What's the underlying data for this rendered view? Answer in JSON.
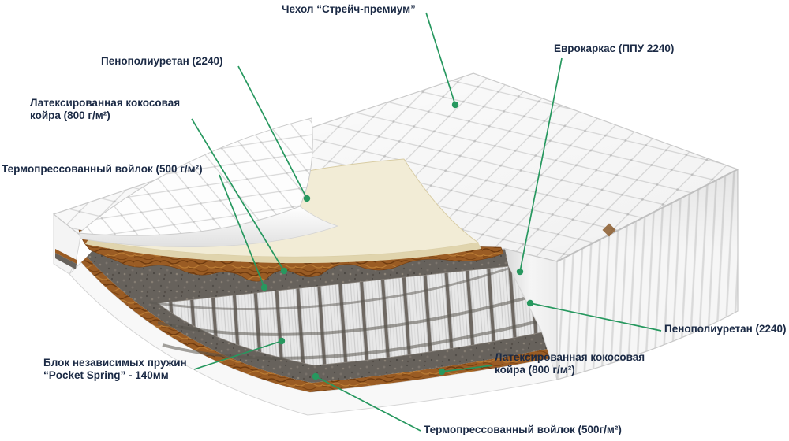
{
  "colors": {
    "leader_line": "#27985f",
    "label_text": "#1b2a45",
    "coir_brown": "#9a5c24",
    "felt_gray": "#67625c",
    "foam_cream": "#f2ecd6",
    "fabric_white": "#ffffff"
  },
  "labels": {
    "cover": {
      "text": "Чехол “Стрейч-премиум”"
    },
    "foam_top": {
      "text": "Пенополиуретан (2240)"
    },
    "coir_top": {
      "line1": "Латексированная кокосовая",
      "line2": "койра (800 г/м²)"
    },
    "felt_top": {
      "text": "Термопрессованный войлок (500 г/м²)"
    },
    "euro_frame": {
      "text": "Еврокаркас (ППУ 2240)"
    },
    "foam_right": {
      "text": "Пенополиуретан (2240)"
    },
    "coir_right": {
      "line1": "Латексированная кокосовая",
      "line2": "койра (800 г/м²)"
    },
    "springs": {
      "line1": "Блок независимых пружин",
      "line2": "“Pocket Spring” - 140мм"
    },
    "felt_bottom": {
      "text": "Термопрессованный войлок (500г/м²)"
    }
  }
}
